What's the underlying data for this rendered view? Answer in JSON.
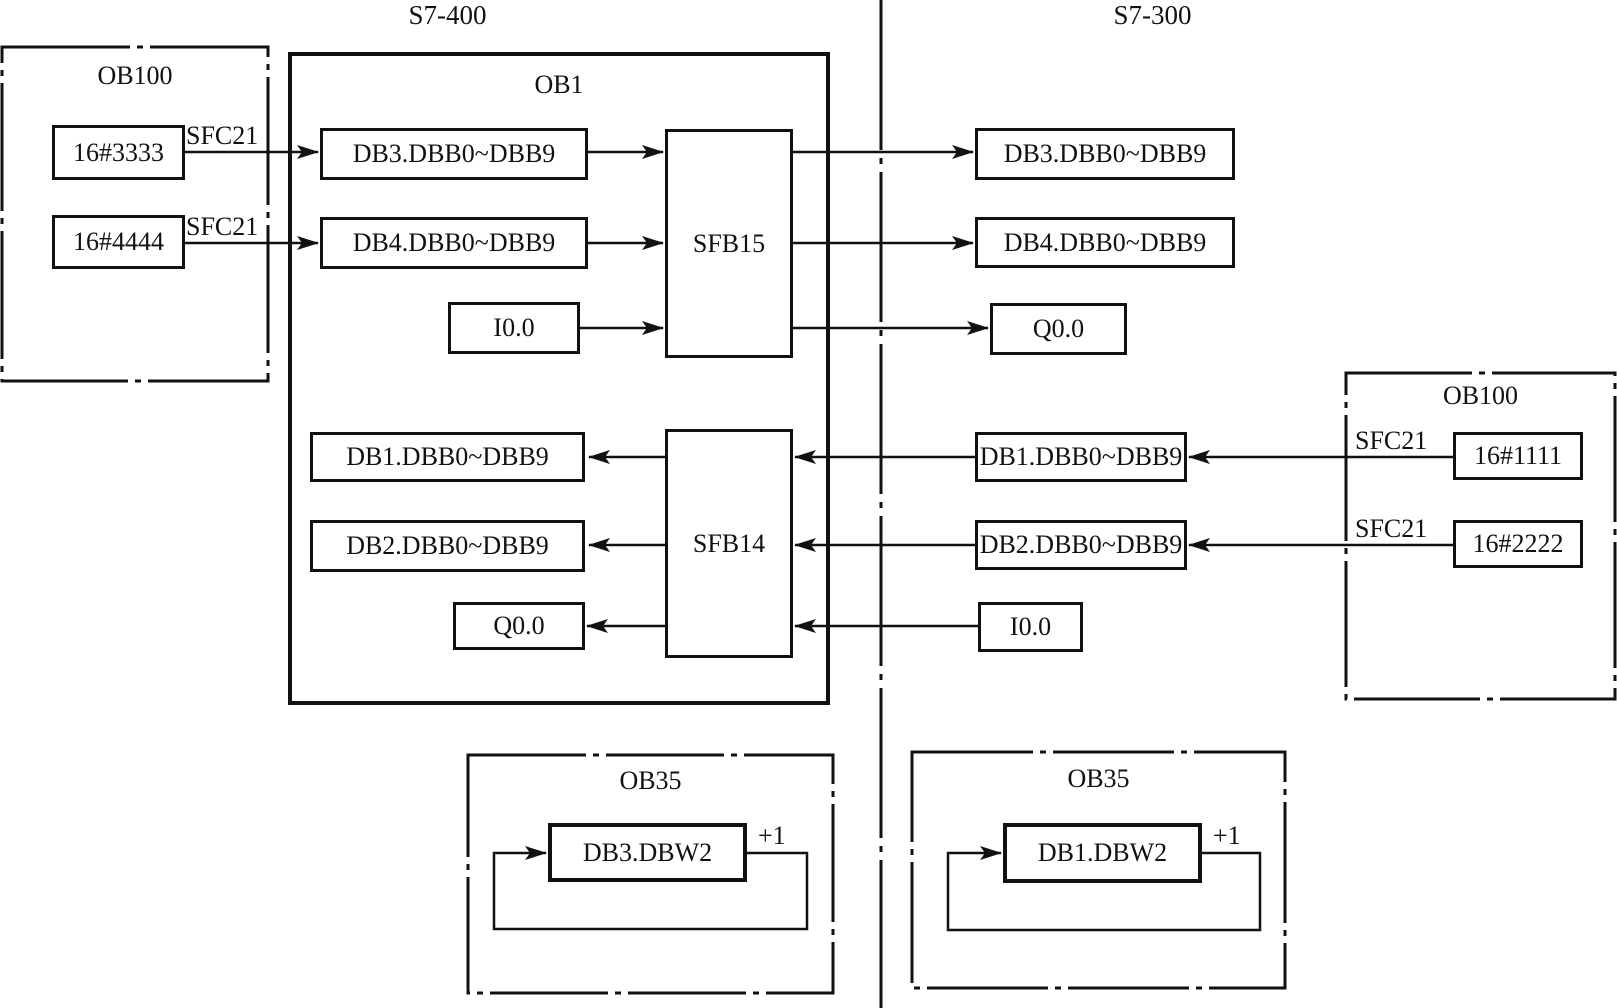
{
  "colors": {
    "ink": "#111111",
    "background": "#ffffff"
  },
  "titles": {
    "left_system": "S7-400",
    "right_system": "S7-300"
  },
  "s7_400": {
    "ob100": {
      "label": "OB100",
      "sfc_label": "SFC21",
      "values": [
        "16#3333",
        "16#4444"
      ]
    },
    "ob1": {
      "label": "OB1",
      "send_block": "SFB15",
      "recv_block": "SFB14",
      "send_buffers": [
        "DB3.DBB0~DBB9",
        "DB4.DBB0~DBB9"
      ],
      "send_bit": "I0.0",
      "recv_buffers": [
        "DB1.DBB0~DBB9",
        "DB2.DBB0~DBB9"
      ],
      "recv_bit": "Q0.0"
    },
    "ob35": {
      "label": "OB35",
      "counter": "DB3.DBW2",
      "increment": "+1"
    }
  },
  "s7_300": {
    "recv_buffers": [
      "DB3.DBB0~DBB9",
      "DB4.DBB0~DBB9"
    ],
    "recv_bit": "Q0.0",
    "send_buffers": [
      "DB1.DBB0~DBB9",
      "DB2.DBB0~DBB9"
    ],
    "send_bit": "I0.0",
    "ob100": {
      "label": "OB100",
      "sfc_label": "SFC21",
      "values": [
        "16#1111",
        "16#2222"
      ]
    },
    "ob35": {
      "label": "OB35",
      "counter": "DB1.DBW2",
      "increment": "+1"
    }
  }
}
